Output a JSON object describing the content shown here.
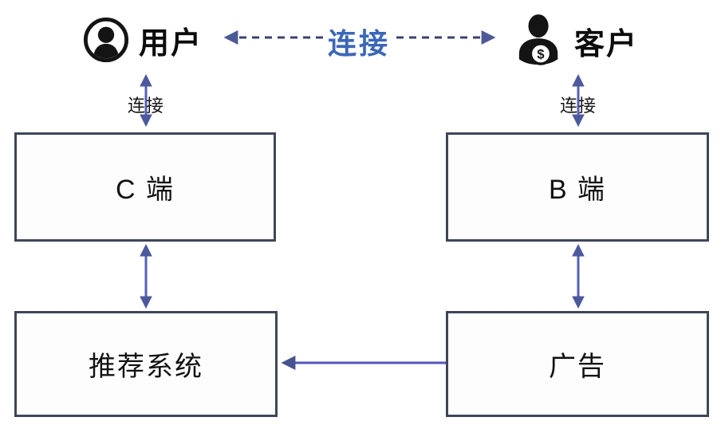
{
  "diagram": {
    "title": "user-customer-recommendation-ads-flow",
    "colors": {
      "background": "#ffffff",
      "box_border": "#3e4659",
      "box_fill": "#fdfdfe",
      "solid_arrow": "#5560b4",
      "solid_arrow_head": "#4c599c",
      "dashed_arrow": "#3b4170",
      "dashed_arrow_head": "#4c5a96",
      "ads_arrow": "#5156c0",
      "connect_accent_text": "#3b67b8",
      "text": "#121212"
    },
    "actors": {
      "user": {
        "label": "用户",
        "icon": "user-circle-icon"
      },
      "customer": {
        "label": "客户",
        "icon": "customer-dollar-icon",
        "badge_symbol": "$"
      }
    },
    "edges": {
      "user_customer_label": "连接",
      "user_to_cside_label": "连接",
      "customer_to_bside_label": "连接"
    },
    "boxes": {
      "c_side": {
        "label": "C 端"
      },
      "b_side": {
        "label": "B 端"
      },
      "recommendation": {
        "label": "推荐系统"
      },
      "ads": {
        "label": "广告"
      }
    }
  }
}
